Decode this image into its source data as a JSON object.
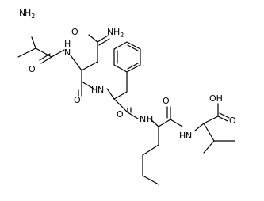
{
  "diagram": {
    "atom_labels": {
      "n_terminal_amine": "NH2",
      "n_terminal_amine_base": "H",
      "n_terminal_amine_sub": "2",
      "amide_nh2": "NH2",
      "amide_nh2_base": "H",
      "amide_nh2_sub": "2",
      "o_ala": "O",
      "n_ala_asn": "N",
      "h_ala_asn": "H",
      "o_asn_backbone": "O",
      "n_asn_phe": "N",
      "h_asn_phe": "H",
      "o_asn_sidechain": "O",
      "o_phe": "O",
      "n_phe_leu": "N",
      "h_phe_leu": "H",
      "o_leu": "O",
      "n_leu_val": "N",
      "h_leu_val": "H",
      "oh_acid": "OH",
      "o_acid": "O"
    }
  }
}
